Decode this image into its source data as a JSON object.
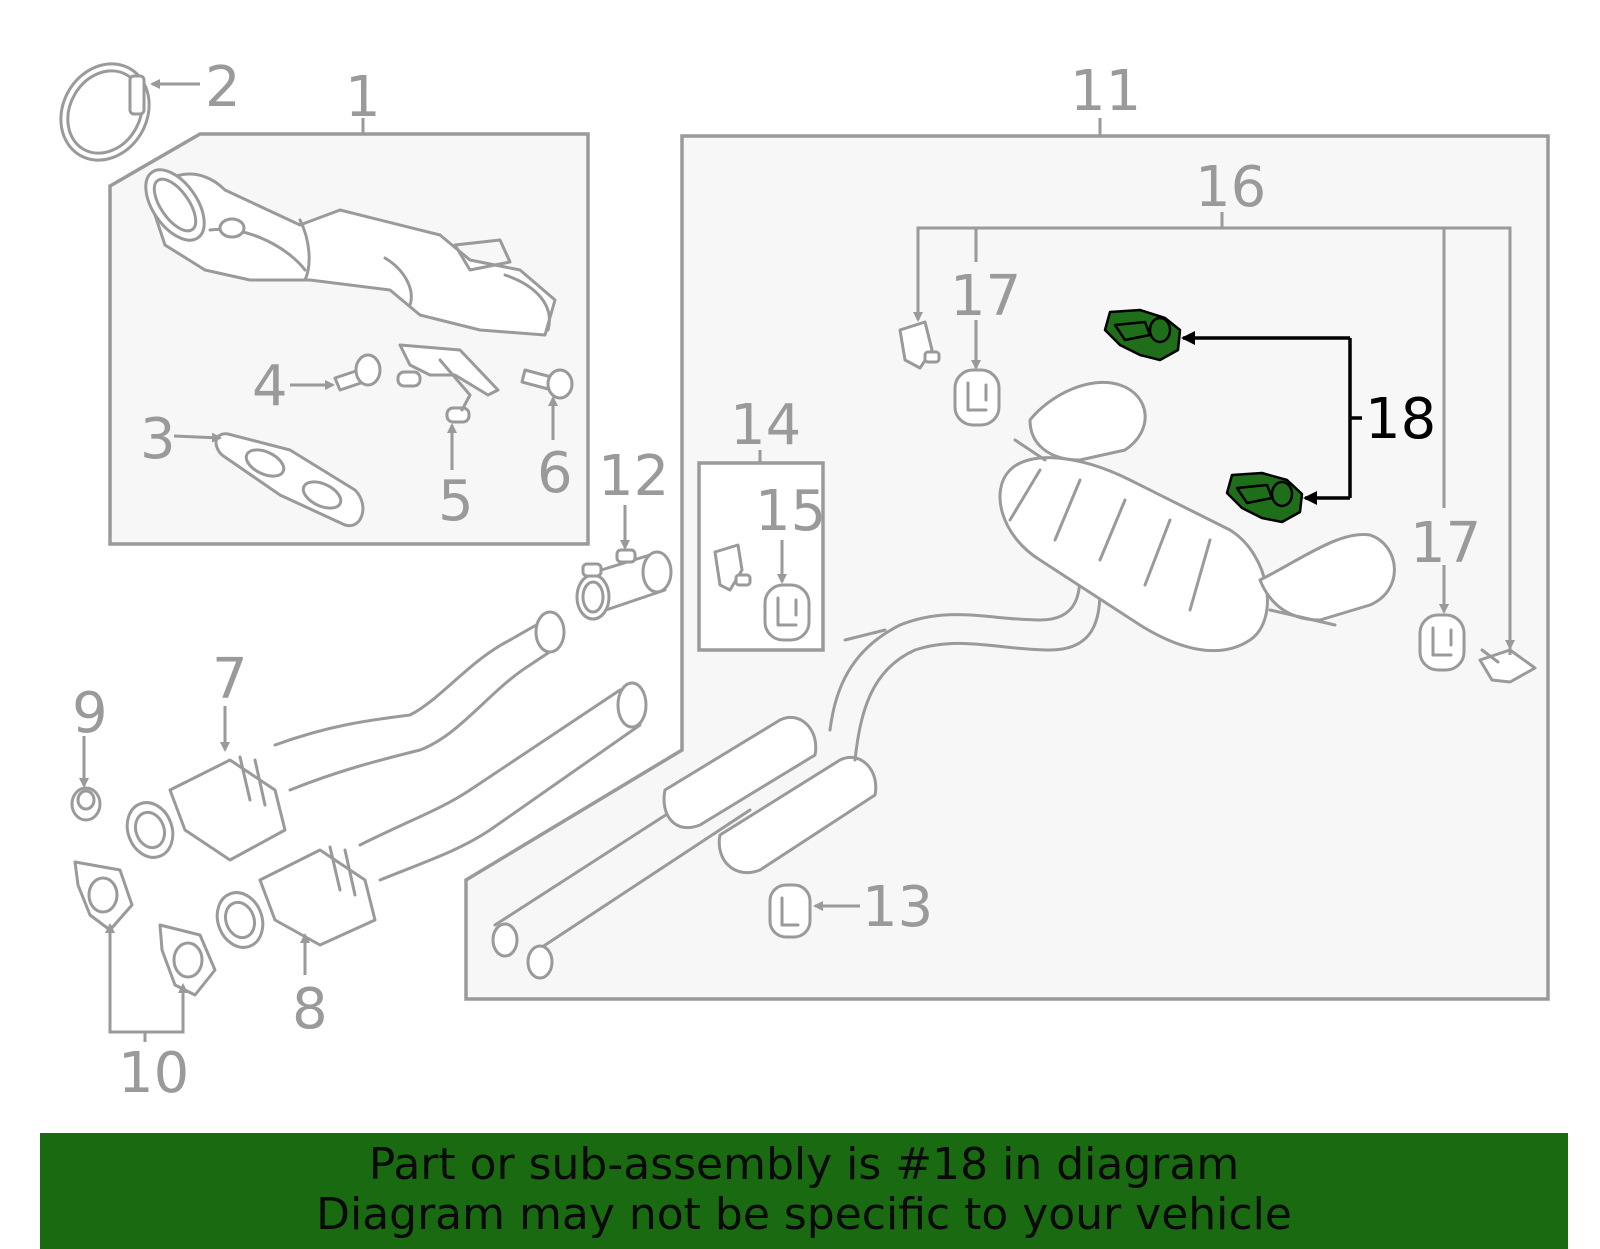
{
  "callouts": {
    "c1": "1",
    "c2": "2",
    "c3": "3",
    "c4": "4",
    "c5": "5",
    "c6": "6",
    "c7": "7",
    "c8": "8",
    "c9": "9",
    "c10": "10",
    "c11": "11",
    "c12": "12",
    "c13": "13",
    "c14": "14",
    "c15": "15",
    "c16": "16",
    "c17a": "17",
    "c17b": "17",
    "c18": "18"
  },
  "highlight": {
    "part_number": "18",
    "color": "#1f6e1a"
  },
  "colors": {
    "outline": "#9a9a9a",
    "box_fill": "#f7f7f7",
    "banner": "#1a6a12"
  },
  "banner": {
    "line1": "Part or sub-assembly is #18 in diagram",
    "line2": "Diagram may not be specific to your vehicle"
  }
}
